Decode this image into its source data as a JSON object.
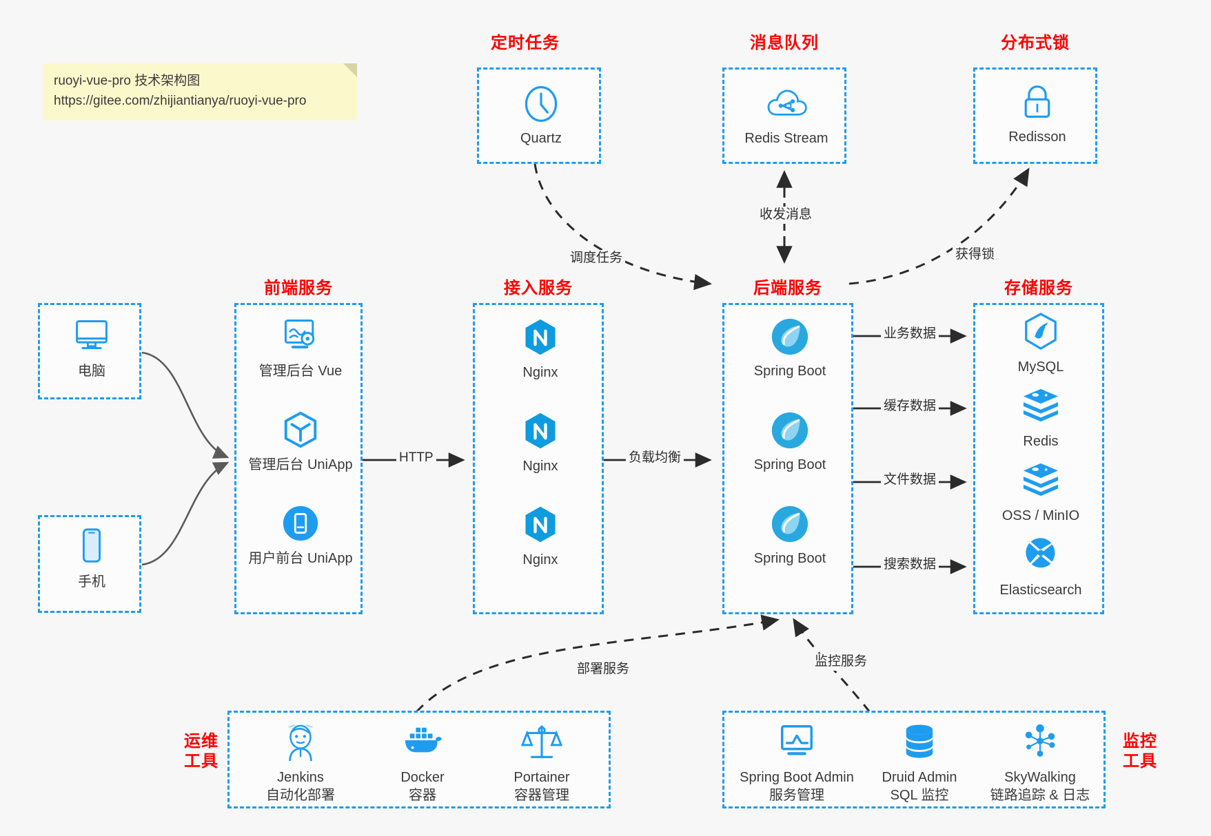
{
  "note": {
    "line1": "ruoyi-vue-pro 技术架构图",
    "line2": "https://gitee.com/zhijiantianya/ruoyi-vue-pro"
  },
  "colors": {
    "accent": "#1E9CF0",
    "group_title": "#FF0000",
    "background": "#f7f7f7",
    "edge": "#2f2f2f",
    "client_edge": "#555555",
    "note_bg": "#FBF8CC"
  },
  "groups": {
    "scheduled_task": {
      "title": "定时任务",
      "nodes": [
        {
          "icon": "clock-icon",
          "label": "Quartz"
        }
      ]
    },
    "message_queue": {
      "title": "消息队列",
      "nodes": [
        {
          "icon": "cloud-stream-icon",
          "label": "Redis Stream"
        }
      ]
    },
    "distributed_lock": {
      "title": "分布式锁",
      "nodes": [
        {
          "icon": "lock-icon",
          "label": "Redisson"
        }
      ]
    },
    "clients": {
      "nodes": [
        {
          "icon": "desktop-icon",
          "label": "电脑"
        },
        {
          "icon": "phone-icon",
          "label": "手机"
        }
      ]
    },
    "frontend": {
      "title": "前端服务",
      "nodes": [
        {
          "icon": "dashboard-vue-icon",
          "label": "管理后台 Vue"
        },
        {
          "icon": "uniapp-cube-icon",
          "label": "管理后台 UniApp"
        },
        {
          "icon": "mobile-app-icon",
          "label": "用户前台 UniApp"
        }
      ]
    },
    "gateway": {
      "title": "接入服务",
      "nodes": [
        {
          "icon": "nginx-icon",
          "label": "Nginx"
        },
        {
          "icon": "nginx-icon",
          "label": "Nginx"
        },
        {
          "icon": "nginx-icon",
          "label": "Nginx"
        }
      ]
    },
    "backend": {
      "title": "后端服务",
      "nodes": [
        {
          "icon": "spring-boot-icon",
          "label": "Spring Boot"
        },
        {
          "icon": "spring-boot-icon",
          "label": "Spring Boot"
        },
        {
          "icon": "spring-boot-icon",
          "label": "Spring Boot"
        }
      ]
    },
    "storage": {
      "title": "存储服务",
      "nodes": [
        {
          "icon": "mysql-icon",
          "label": "MySQL"
        },
        {
          "icon": "redis-icon",
          "label": "Redis"
        },
        {
          "icon": "oss-icon",
          "label": "OSS / MinIO"
        },
        {
          "icon": "elasticsearch-icon",
          "label": "Elasticsearch"
        }
      ]
    },
    "devops": {
      "title": "运维\n工具",
      "title_line1": "运维",
      "title_line2": "工具",
      "nodes": [
        {
          "icon": "jenkins-icon",
          "label": "Jenkins",
          "sublabel": "自动化部署"
        },
        {
          "icon": "docker-icon",
          "label": "Docker",
          "sublabel": "容器"
        },
        {
          "icon": "portainer-icon",
          "label": "Portainer",
          "sublabel": "容器管理"
        }
      ]
    },
    "monitoring": {
      "title_line1": "监控",
      "title_line2": "工具",
      "nodes": [
        {
          "icon": "monitor-chart-icon",
          "label": "Spring Boot Admin",
          "sublabel": "服务管理"
        },
        {
          "icon": "database-stack-icon",
          "label": "Druid Admin",
          "sublabel": "SQL 监控"
        },
        {
          "icon": "skywalking-icon",
          "label": "SkyWalking",
          "sublabel": "链路追踪 & 日志"
        }
      ]
    }
  },
  "edges": [
    {
      "id": "schedule-task",
      "label": "调度任务"
    },
    {
      "id": "send-receive-message",
      "label": "收发消息"
    },
    {
      "id": "acquire-lock",
      "label": "获得锁"
    },
    {
      "id": "http",
      "label": "HTTP"
    },
    {
      "id": "load-balance",
      "label": "负载均衡"
    },
    {
      "id": "business-data",
      "label": "业务数据"
    },
    {
      "id": "cache-data",
      "label": "缓存数据"
    },
    {
      "id": "file-data",
      "label": "文件数据"
    },
    {
      "id": "search-data",
      "label": "搜索数据"
    },
    {
      "id": "deploy-service",
      "label": "部署服务"
    },
    {
      "id": "monitor-service",
      "label": "监控服务"
    }
  ]
}
